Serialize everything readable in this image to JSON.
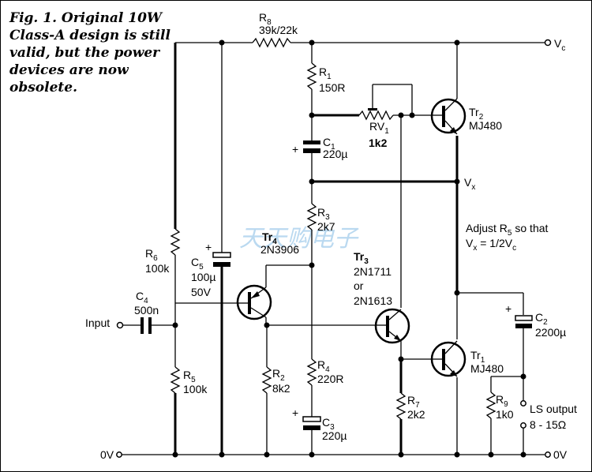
{
  "figure": {
    "caption": "Fig. 1. Original 10W Class-A design is still valid, but the power devices are now obsolete.",
    "watermark": "天天购电子"
  },
  "nodes": {
    "vc": "V",
    "vc_sub": "c",
    "vx": "V",
    "vx_sub": "x",
    "ov_left": "0V",
    "ov_right": "0V",
    "input": "Input",
    "ls_output": "LS output",
    "ls_impedance": "8 - 15Ω"
  },
  "annotation": {
    "line1_a": "Adjust R",
    "line1_sub": "5",
    "line1_b": " so that",
    "line2_a": "V",
    "line2_sub1": "x",
    "line2_b": " = 1/2V",
    "line2_sub2": "c"
  },
  "components": {
    "r8": {
      "ref": "R",
      "sub": "8",
      "value": "39k/22k"
    },
    "r1": {
      "ref": "R",
      "sub": "1",
      "value": "150R"
    },
    "rv1": {
      "ref": "RV",
      "sub": "1",
      "value": "1k2"
    },
    "c1": {
      "ref": "C",
      "sub": "1",
      "value": "220µ"
    },
    "r3": {
      "ref": "R",
      "sub": "3",
      "value": "2k7"
    },
    "r6": {
      "ref": "R",
      "sub": "6",
      "value": "100k"
    },
    "c5": {
      "ref": "C",
      "sub": "5",
      "value": "100µ",
      "voltage": "50V"
    },
    "c4": {
      "ref": "C",
      "sub": "4",
      "value": "500n"
    },
    "r5": {
      "ref": "R",
      "sub": "5",
      "value": "100k"
    },
    "r2": {
      "ref": "R",
      "sub": "2",
      "value": "8k2"
    },
    "r4": {
      "ref": "R",
      "sub": "4",
      "value": "220R"
    },
    "c3": {
      "ref": "C",
      "sub": "3",
      "value": "220µ"
    },
    "r7": {
      "ref": "R",
      "sub": "7",
      "value": "2k2"
    },
    "r9": {
      "ref": "R",
      "sub": "9",
      "value": "1k0"
    },
    "c2": {
      "ref": "C",
      "sub": "2",
      "value": "2200µ"
    },
    "tr1": {
      "ref": "Tr",
      "sub": "1",
      "part": "MJ480"
    },
    "tr2": {
      "ref": "Tr",
      "sub": "2",
      "part": "MJ480"
    },
    "tr3": {
      "ref": "Tr",
      "sub": "3",
      "part": "2N1711",
      "alt_word": "or",
      "alt_part": "2N1613"
    },
    "tr4": {
      "ref": "Tr",
      "sub": "4",
      "part": "2N3906"
    }
  }
}
